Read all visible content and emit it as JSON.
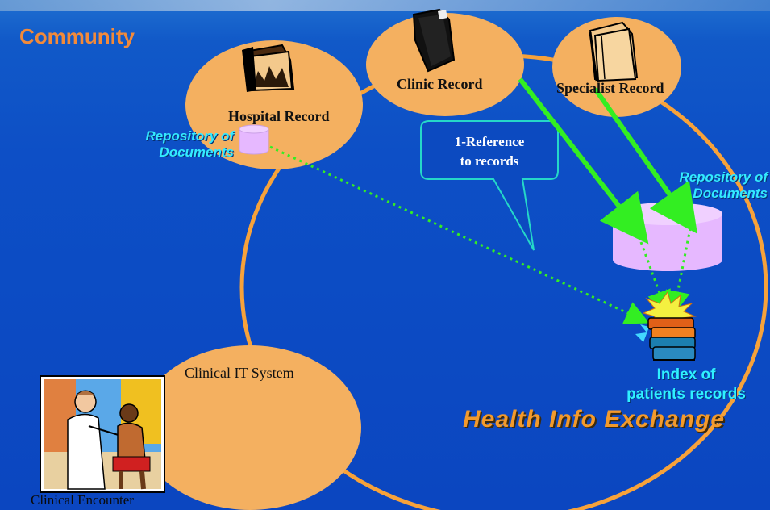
{
  "community_label": "Community",
  "nodes": {
    "hospital": "Hospital Record",
    "clinic": "Clinic Record",
    "specialist": "Specialist Record",
    "clinical_it": "Clinical IT System"
  },
  "repository_left": {
    "line1": "Repository of",
    "line2": "Documents"
  },
  "repository_right": {
    "line1": "Repository of",
    "line2": "Documents"
  },
  "callout": {
    "line1": "1-Reference",
    "line2": "to records"
  },
  "index": {
    "line1": "Index of",
    "line2": "patients records"
  },
  "exchange_label": "Health Info Exchange",
  "encounter_caption": "Clinical Encounter",
  "colors": {
    "background": "#0b46c0",
    "node_fill": "#f4b060",
    "ring": "#f7a23a",
    "repository_fill": "#e6b8ff",
    "arrow_green": "#33ee22",
    "dotted_green": "#33ee22",
    "text_cyan": "#33eaff",
    "text_orange": "#f28a3a"
  }
}
